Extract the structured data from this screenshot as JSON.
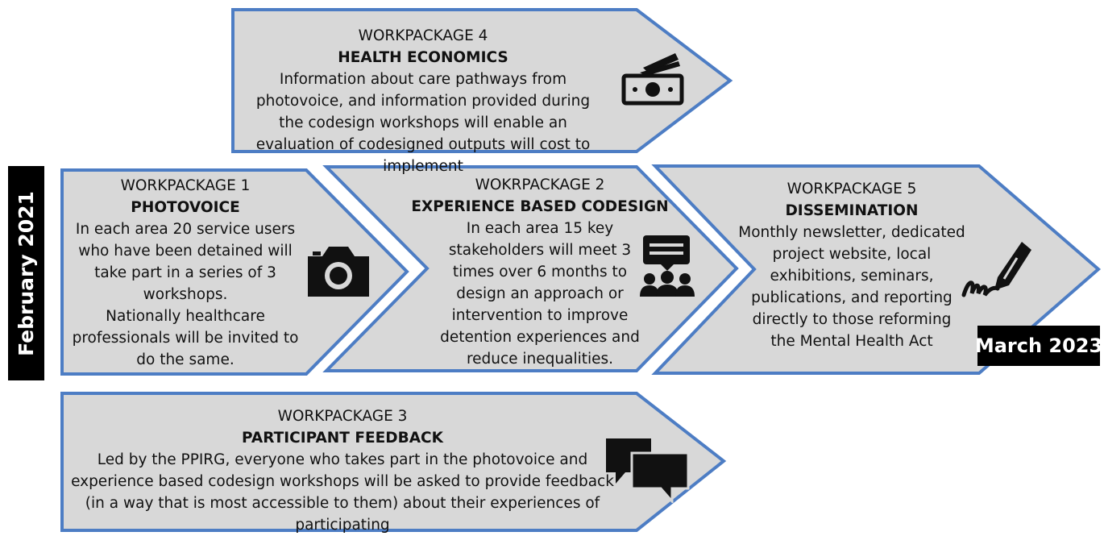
{
  "colors": {
    "box_fill": "#d8d8d8",
    "box_stroke": "#4d7dc4",
    "label_bg": "#000000",
    "label_text": "#ffffff"
  },
  "timeline": {
    "start": "February 2021",
    "end": "March 2023"
  },
  "workpackages": {
    "wp4": {
      "label": "WORKPACKAGE 4",
      "title": "HEALTH ECONOMICS",
      "description": "Information about care pathways from photovoice, and information provided during the codesign workshops will enable an evaluation of codesigned outputs will cost to implement",
      "icon": "money-icon"
    },
    "wp1": {
      "label": "WORKPACKAGE 1",
      "title": "PHOTOVOICE",
      "description": "In each area 20 service users who have been detained will take part in a series of 3 workshops.",
      "description2": "Nationally healthcare professionals will be invited to do the same.",
      "icon": "camera-icon"
    },
    "wp2": {
      "label": "WOKRPACKAGE 2",
      "title": "EXPERIENCE BASED CODESIGN",
      "description": "In each area 15 key stakeholders will meet 3 times over 6 months to design an approach or intervention to improve detention experiences and reduce inequalities.",
      "icon": "group-meeting-icon"
    },
    "wp5": {
      "label": "WORKPACKAGE 5",
      "title": "DISSEMINATION",
      "description": "Monthly newsletter, dedicated project website, local exhibitions,  seminars, publications, and reporting directly to those reforming the Mental Health Act",
      "icon": "pen-signature-icon"
    },
    "wp3": {
      "label": "WORKPACKAGE 3",
      "title": "PARTICIPANT FEEDBACK",
      "description": "Led by the PPIRG, everyone who takes part in the photovoice and experience based codesign workshops will be asked to provide feedback (in a way that is most accessible to them) about their experiences of participating",
      "icon": "speech-bubbles-icon"
    }
  }
}
